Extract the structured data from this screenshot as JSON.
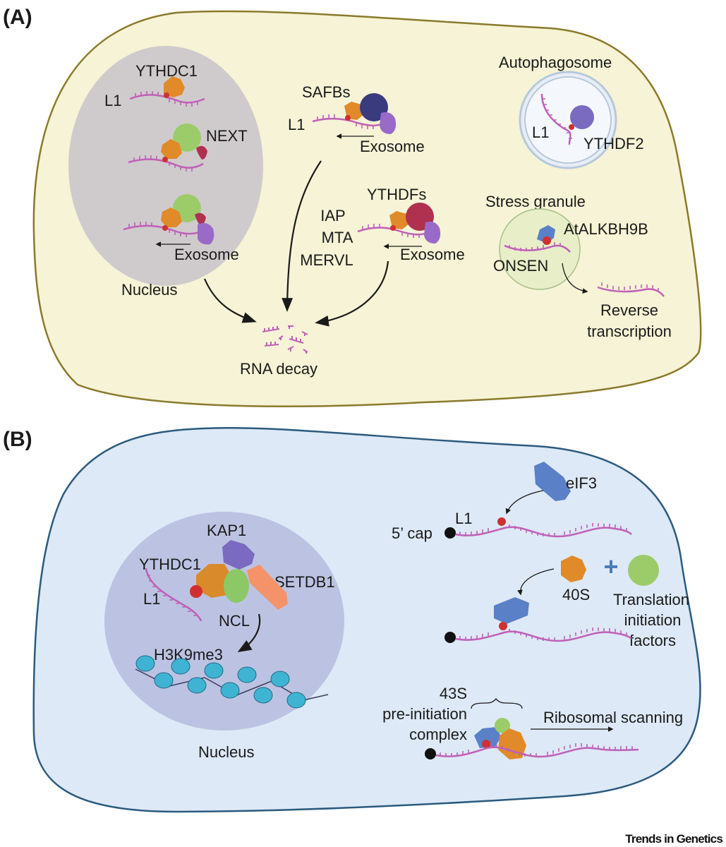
{
  "figure": {
    "credit": "Trends in Genetics",
    "colors": {
      "cell_a_fill": "#f6f3d6",
      "cell_a_stroke": "#8a7a2a",
      "nucleus_a_fill": "#cfcbcc",
      "cell_b_fill": "#dde9f6",
      "cell_b_stroke": "#2b5a7e",
      "nucleus_b_fill": "#bcc3e2",
      "rna": "#c060b8",
      "m6a": "#d03030",
      "orange_protein": "#e08a2a",
      "green_protein": "#9ccc6a",
      "red_protein": "#b03050",
      "purple_protein": "#9a6ac8",
      "navy_protein": "#3a3a7e",
      "blue_protein": "#5a80c8",
      "salmon_protein": "#f4936a",
      "nucleosome": "#3fb4d2"
    }
  },
  "panel_a": {
    "label": "(A)",
    "nucleus": {
      "label": "Nucleus",
      "ythdc1": "YTHDC1",
      "l1": "L1",
      "next": "NEXT",
      "exosome": "Exosome"
    },
    "safb": {
      "label": "SAFBs",
      "l1": "L1",
      "exosome": "Exosome"
    },
    "ythdf": {
      "label": "YTHDFs",
      "targets": [
        "IAP",
        "MTA",
        "MERVL"
      ],
      "exosome": "Exosome"
    },
    "autophagosome": {
      "label": "Autophagosome",
      "l1": "L1",
      "protein": "YTHDF2"
    },
    "stress_granule": {
      "label": "Stress granule",
      "protein": "AtALKBH9B",
      "rna": "ONSEN",
      "outcome_line1": "Reverse",
      "outcome_line2": "transcription"
    },
    "decay": "RNA decay"
  },
  "panel_b": {
    "label": "(B)",
    "nucleus": {
      "label": "Nucleus",
      "kap1": "KAP1",
      "ythdc1": "YTHDC1",
      "setdb1": "SETDB1",
      "l1": "L1",
      "ncl": "NCL",
      "mark": "H3K9me3"
    },
    "translation": {
      "eif3": "eIF3",
      "l1": "L1",
      "cap": "5’ cap",
      "plus": "+",
      "ribosome": "40S",
      "factors_line1": "Translation",
      "factors_line2": "initiation",
      "factors_line3": "factors",
      "complex_line1": "43S",
      "complex_line2": "pre-initiation",
      "complex_line3": "complex",
      "scanning": "Ribosomal scanning"
    }
  }
}
